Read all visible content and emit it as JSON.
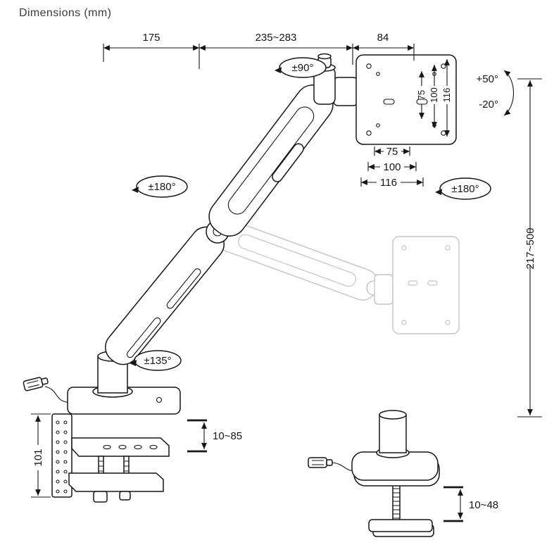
{
  "title": "Dimensions (mm)",
  "top_dimensions": {
    "pole_offset": "175",
    "arm_reach": "235~283",
    "head_width": "84"
  },
  "rotations": {
    "head_swivel": "±90°",
    "arm_swivel": "±180°",
    "plate_rotation": "±180°",
    "base_swivel": "±135°"
  },
  "tilt": {
    "up": "+50°",
    "down": "-20°"
  },
  "vesa": {
    "vertical": [
      "75",
      "100",
      "116"
    ],
    "horizontal": [
      "75",
      "100",
      "116"
    ]
  },
  "height_range": "217~500",
  "clamp": {
    "bracket_height": "101",
    "thickness_range": "10~85"
  },
  "grommet": {
    "thickness_range": "10~48"
  },
  "style": {
    "line_color": "#161616",
    "ghost_color": "#c4c4c4"
  }
}
